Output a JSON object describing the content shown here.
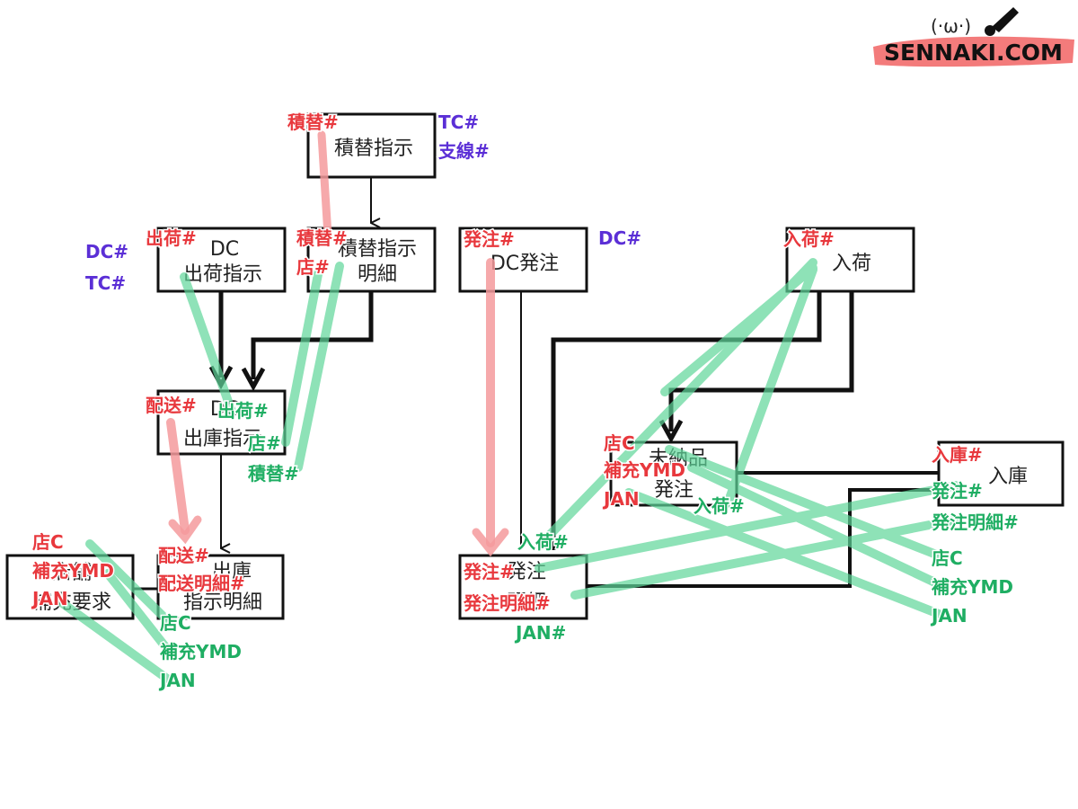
{
  "colors": {
    "red": "#e8383d",
    "green": "#1fae63",
    "purple": "#5b2fd6",
    "green_band": "#5fd69a",
    "red_band": "#f49a9c",
    "line": "#111111",
    "logo_brush": "#f26d6d"
  },
  "logo": {
    "text": "SENNAKI.COM",
    "face": "(·ω·)",
    "icon": "brush-icon"
  },
  "boxes": {
    "tsumikae_shiji": {
      "lines": [
        "積替指示"
      ]
    },
    "tsumikae_meisai": {
      "lines": [
        "積替指示",
        "明細"
      ]
    },
    "dc_shukka_shiji": {
      "lines": [
        "DC",
        "出荷指示"
      ]
    },
    "shukko_shiji": {
      "lines": [
        "DC",
        "出庫指示"
      ]
    },
    "shukko_meisai": {
      "lines": [
        "出庫",
        "指示明細"
      ]
    },
    "hokyu_yokyu": {
      "lines": [
        "店舗",
        "補充要求"
      ]
    },
    "dc_hacchu": {
      "lines": [
        "DC発注"
      ]
    },
    "nyuka": {
      "lines": [
        "入荷"
      ]
    },
    "nohin_hacchu": {
      "lines": [
        "未納品",
        "発注"
      ]
    },
    "nyuko": {
      "lines": [
        "入庫"
      ]
    },
    "hacchu_meisai": {
      "lines": [
        "発注",
        "明細"
      ]
    }
  },
  "labels": {
    "tsumikae_key": "積替#",
    "tc_key": "TC#",
    "shisen_key": "支線#",
    "shukka_key": "出荷#",
    "dc_key_left": "DC#",
    "tc_key_left": "TC#",
    "tsumikae_key2": "積替#",
    "mise_key": "店#",
    "haiso_key": "配送#",
    "shukka_fk": "出荷#",
    "mise_fk": "店#",
    "tsumikae_fk": "積替#",
    "haiso_fk": "配送#",
    "haiso_meisai_key": "配送明細#",
    "mise_c_red": "店C",
    "hokyu_ymd_red": "補充YMD",
    "jan_red": "JAN",
    "mise_c_fk": "店C",
    "hokyu_ymd_fk": "補充YMD",
    "jan_fk": "JAN",
    "hacchu_key": "発注#",
    "dc_key_right": "DC#",
    "nyuka_key": "入荷#",
    "mise_c_red2": "店C",
    "hokyu_ymd_red2": "補充YMD",
    "jan_red2": "JAN",
    "nyuka_fk": "入荷#",
    "nyuko_key": "入庫#",
    "hacchu_fk": "発注#",
    "hacchu_meisai_fk": "発注明細#",
    "mise_c_fk2": "店C",
    "hokyu_ymd_fk2": "補充YMD",
    "jan_fk2": "JAN",
    "nyuka_fk2": "入荷#",
    "hacchu_key2": "発注#",
    "hacchu_meisai_key": "発注明細#",
    "jan_fk3": "JAN#"
  }
}
